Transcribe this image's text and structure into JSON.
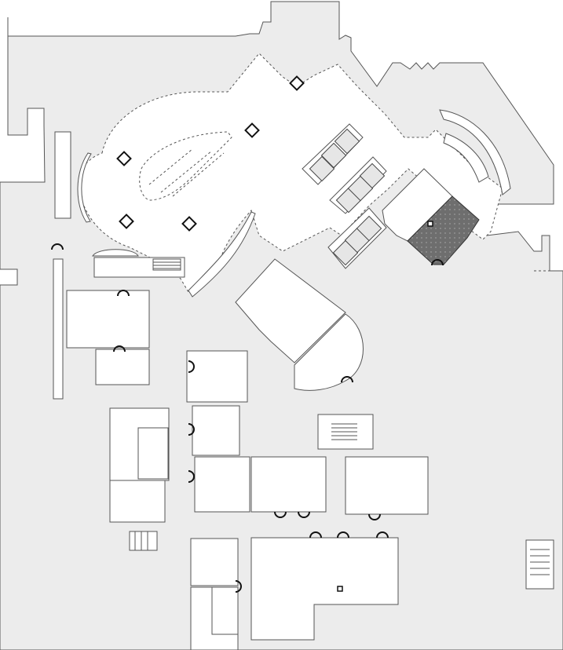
{
  "map": {
    "colors": {
      "corridor": "#ececec",
      "room": "#ffffff",
      "wall": "#555555",
      "highlight": "#6e6e6e",
      "highlight_dots": "#b0b0b0"
    },
    "highlighted_room": {
      "icon": "selected-room-marker"
    },
    "markers": [
      "diamond-column",
      "diamond-column",
      "diamond-column",
      "diamond-column",
      "diamond-column",
      "square-marker",
      "square-marker"
    ]
  }
}
